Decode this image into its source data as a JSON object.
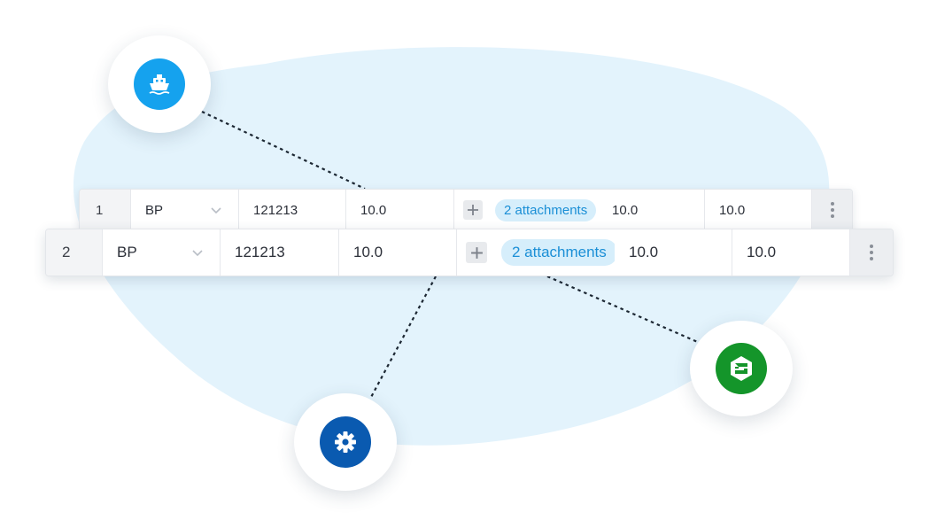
{
  "colors": {
    "blob": "#e3f3fc",
    "ship_badge": "#15a2ee",
    "gear_badge": "#0a5ab0",
    "s_badge": "#14952a",
    "pill_bg": "#d6eefb",
    "pill_text": "#1b8fd6"
  },
  "icons": {
    "ship": "ship-icon",
    "gear": "gear-icon",
    "s_logo": "hexagon-s-icon",
    "add": "plus-icon",
    "dropdown": "chevron-down-icon",
    "menu": "kebab-menu-icon"
  },
  "rows": [
    {
      "index": "1",
      "type": "BP",
      "code": "121213",
      "value_a": "10.0",
      "attachments": "2 attachments",
      "value_b": "10.0",
      "value_c": "10.0"
    },
    {
      "index": "2",
      "type": "BP",
      "code": "121213",
      "value_a": "10.0",
      "attachments": "2 attachments",
      "value_b": "10.0",
      "value_c": "10.0"
    }
  ]
}
